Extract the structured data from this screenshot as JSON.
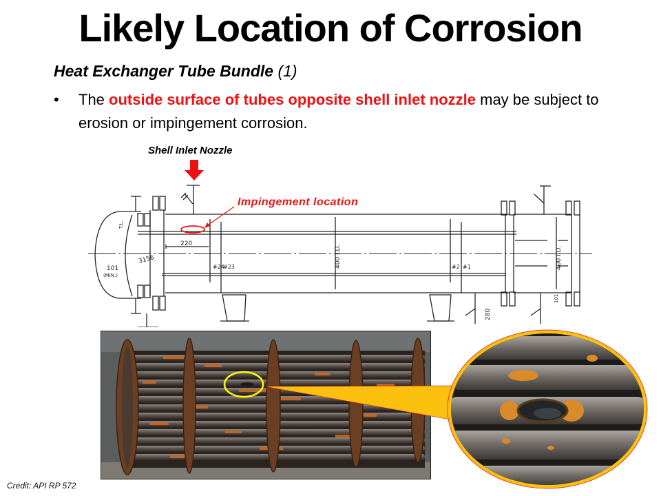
{
  "slide": {
    "title": "Likely Location of Corrosion",
    "subtitle": {
      "main": "Heat Exchanger Tube Bundle",
      "suffix": "(1)"
    },
    "bullet": {
      "marker": "•",
      "prefix": "The ",
      "highlight": "outside surface of tubes opposite shell inlet nozzle",
      "suffix": " may be subject to erosion or impingement corrosion."
    },
    "diagram": {
      "nozzle_label": "Shell Inlet Nozzle",
      "impingement_label": "Impingement location",
      "dimensions": {
        "baffle_spacing": "220",
        "head_radius": "3156",
        "head_depth": "101",
        "head_depth_note": "(MIN.)",
        "shell_id": "400 I.D.",
        "channel_id": "400 I.D.",
        "support_height": "280",
        "flange": "101",
        "baffles_left": [
          "#24",
          "#23"
        ],
        "baffles_right": [
          "#2",
          "#1"
        ],
        "tangent_line": "T.L."
      }
    },
    "photo": {
      "subject": "rusted tube bundle with baffles",
      "callout_subject": "close-up of perforated tube"
    },
    "colors": {
      "accent_red": "#ee1111",
      "callout_yellow": "#fcc10f",
      "arrow_red": "#ee1111"
    },
    "credit": "Credit: API RP 572"
  }
}
